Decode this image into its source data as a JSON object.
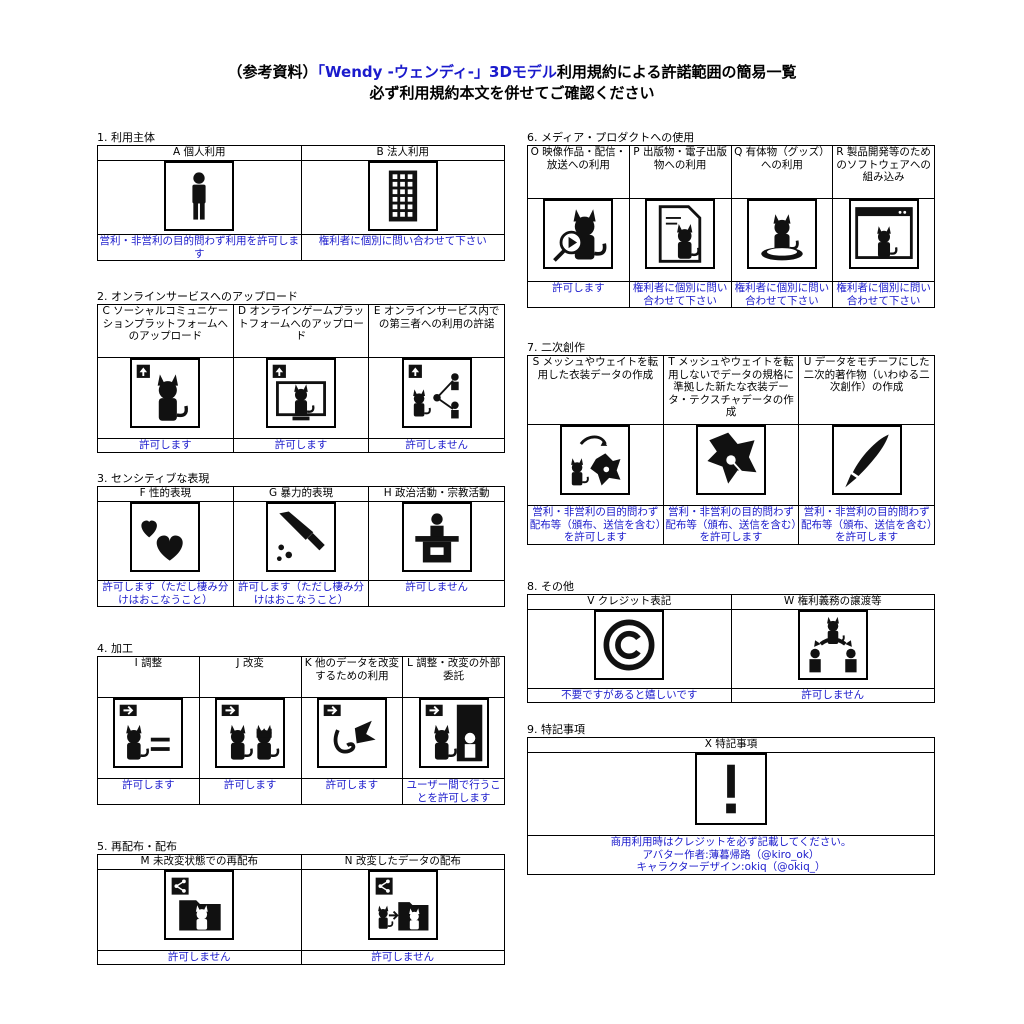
{
  "header": {
    "title_pre": "（参考資料）",
    "title_brand": "「Wendy -ウェンディ-」3Dモデル",
    "title_post": "利用規約による許諾範囲の簡易一覧",
    "subtitle": "必ず利用規約本文を併せてご確認ください"
  },
  "s1": {
    "title": "1. 利用主体",
    "items": [
      {
        "head": "A 個人利用",
        "icon": "person-icon",
        "result": "営利・非営利の目的問わず利用を許可します"
      },
      {
        "head": "B 法人利用",
        "icon": "building-icon",
        "result": "権利者に個別に問い合わせて下さい"
      }
    ]
  },
  "s2": {
    "title": "2. オンラインサービスへのアップロード",
    "items": [
      {
        "head": "C ソーシャルコミュニケーションプラットフォームへのアップロード",
        "icon": "upload-avatar-icon",
        "result": "許可します"
      },
      {
        "head": "D オンラインゲームプラットフォームへのアップロード",
        "icon": "upload-monitor-icon",
        "result": "許可します"
      },
      {
        "head": "E オンラインサービス内での第三者への利用の許諾",
        "icon": "share-users-icon",
        "result": "許可しません"
      }
    ]
  },
  "s3": {
    "title": "3. センシティブな表現",
    "items": [
      {
        "head": "F 性的表現",
        "icon": "hearts-icon",
        "result": "許可します（ただし棲み分けはおこなうこと）"
      },
      {
        "head": "G 暴力的表現",
        "icon": "knife-icon",
        "result": "許可します（ただし棲み分けはおこなうこと）"
      },
      {
        "head": "H 政治活動・宗教活動",
        "icon": "podium-icon",
        "result": "許可しません"
      }
    ]
  },
  "s4": {
    "title": "4. 加工",
    "items": [
      {
        "head": "I 調整",
        "icon": "adjust-icon",
        "result": "許可します"
      },
      {
        "head": "J 改変",
        "icon": "modify-icon",
        "result": "許可します"
      },
      {
        "head": "K 他のデータを改変するための利用",
        "icon": "tail-icon",
        "result": "許可します"
      },
      {
        "head": "L 調整・改変の外部委託",
        "icon": "outsource-icon",
        "result": "ユーザー間で行うことを許可します"
      }
    ]
  },
  "s5": {
    "title": "5. 再配布・配布",
    "items": [
      {
        "head": "M 未改変状態での再配布",
        "icon": "redistribute-icon",
        "result": "許可しません"
      },
      {
        "head": "N 改変したデータの配布",
        "icon": "distribute-modified-icon",
        "result": "許可しません"
      }
    ]
  },
  "s6": {
    "title": "6. メディア・プロダクトへの使用",
    "items": [
      {
        "head": "O 映像作品・配信・放送への利用",
        "icon": "video-icon",
        "result": "許可します"
      },
      {
        "head": "P 出版物・電子出版物への利用",
        "icon": "document-icon",
        "result": "権利者に個別に問い合わせて下さい"
      },
      {
        "head": "Q 有体物（グッズ）への利用",
        "icon": "figure-icon",
        "result": "権利者に個別に問い合わせて下さい"
      },
      {
        "head": "R 製品開発等のためのソフトウェアへの組み込み",
        "icon": "software-icon",
        "result": "権利者に個別に問い合わせて下さい"
      }
    ]
  },
  "s7": {
    "title": "7. 二次創作",
    "items": [
      {
        "head": "S メッシュやウェイトを転用した衣装データの作成",
        "icon": "costume-transfer-icon",
        "result": "営利・非営利の目的問わず配布等（頒布、送信を含む）を許可します"
      },
      {
        "head": "T メッシュやウェイトを転用しないでデータの規格に準拠した新たな衣装データ・テクスチャデータの作成",
        "icon": "costume-new-icon",
        "result": "営利・非営利の目的問わず配布等（頒布、送信を含む）を許可します"
      },
      {
        "head": "U データをモチーフにした二次的著作物（いわゆる二次創作）の作成",
        "icon": "pen-icon",
        "result": "営利・非営利の目的問わず配布等（頒布、送信を含む）を許可します"
      }
    ]
  },
  "s8": {
    "title": "8. その他",
    "items": [
      {
        "head": "V クレジット表記",
        "icon": "copyright-icon",
        "result": "不要ですがあると嬉しいです"
      },
      {
        "head": "W 権利義務の譲渡等",
        "icon": "transfer-icon",
        "result": "許可しません"
      }
    ]
  },
  "s9": {
    "title": "9. 特記事項",
    "head": "X 特記事項",
    "icon": "exclamation-icon",
    "lines": [
      "商用利用時はクレジットを必ず記載してください。",
      "アバター作者:薄暮帰路（@kiro_ok）",
      "キャラクターデザイン:okiq（@okiq_）"
    ]
  }
}
